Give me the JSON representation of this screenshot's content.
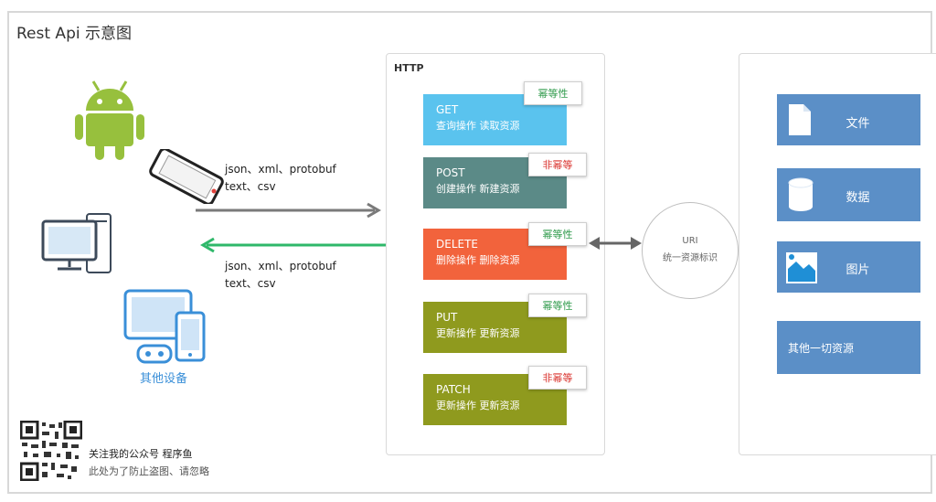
{
  "title": "Rest Api 示意图",
  "http_label": "HTTP",
  "clients": {
    "other_devices_label": "其他设备"
  },
  "formats_request": [
    "json、xml、protobuf",
    "text、csv"
  ],
  "formats_response": [
    "json、xml、protobuf",
    "text、csv"
  ],
  "methods": [
    {
      "name": "GET",
      "desc": "查询操作 读取资源",
      "badge": "幂等性",
      "color": "#5ac3ee",
      "badge_color": "#2e9a4a"
    },
    {
      "name": "POST",
      "desc": "创建操作 新建资源",
      "badge": "非幂等",
      "color": "#5b8a87",
      "badge_color": "#d9302b"
    },
    {
      "name": "DELETE",
      "desc": "删除操作 删除资源",
      "badge": "幂等性",
      "color": "#f2633c",
      "badge_color": "#2e9a4a"
    },
    {
      "name": "PUT",
      "desc": "更新操作 更新资源",
      "badge": "幂等性",
      "color": "#8f9a1e",
      "badge_color": "#2e9a4a"
    },
    {
      "name": "PATCH",
      "desc": "更新操作 更新资源",
      "badge": "非幂等",
      "color": "#8f9a1e",
      "badge_color": "#d9302b"
    }
  ],
  "uri": {
    "line1": "URI",
    "line2": "统一资源标识"
  },
  "resources": [
    {
      "label": "文件",
      "icon": "file-icon"
    },
    {
      "label": "数据",
      "icon": "database-icon"
    },
    {
      "label": "图片",
      "icon": "image-icon"
    },
    {
      "label": "其他一切资源",
      "icon": ""
    }
  ],
  "footer": {
    "line1": "关注我的公众号 程序鱼",
    "line2": "此处为了防止盗图、请忽略"
  },
  "colors": {
    "android_green": "#97c03d",
    "request_arrow": "#7a7a7a",
    "response_arrow": "#2fb86a",
    "resource_blue": "#5b8fc7",
    "device_blue": "#3a8fd8"
  }
}
